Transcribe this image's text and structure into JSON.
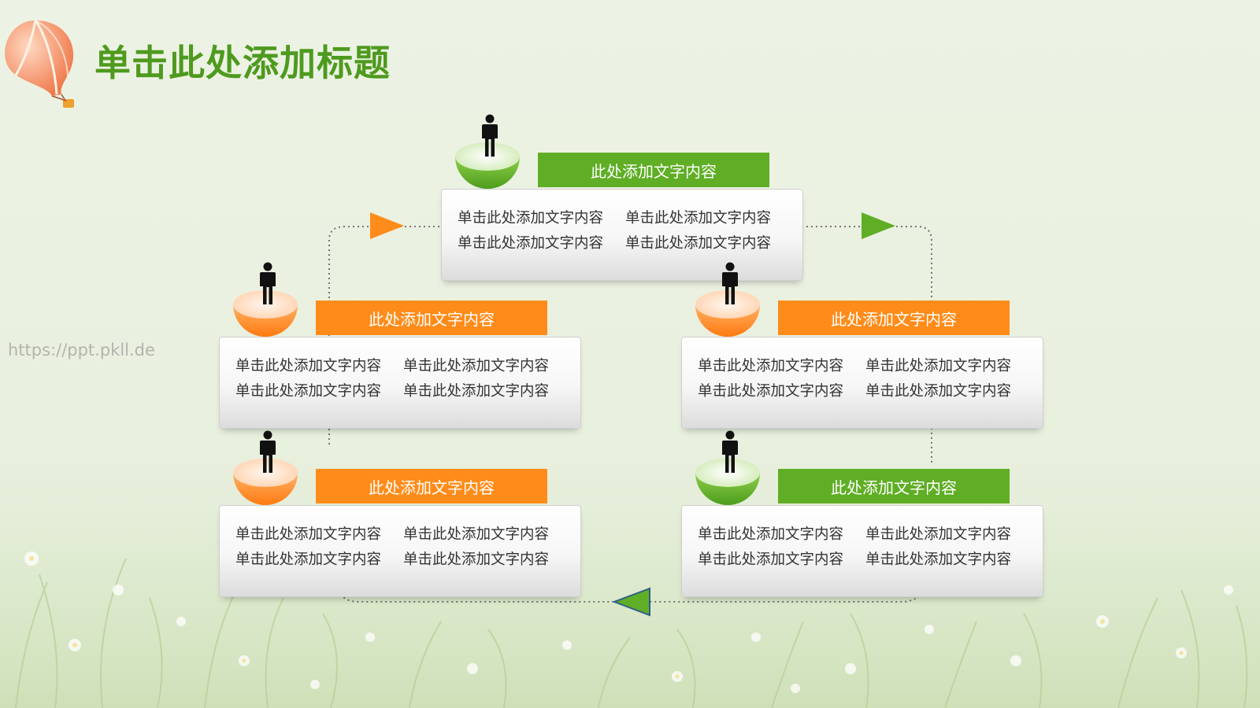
{
  "title": "单击此处添加标题",
  "watermark": "https://ppt.pkll.de",
  "colors": {
    "orange": "#ff8c1a",
    "green": "#5fae25",
    "title": "#4e9a1e"
  },
  "nodes": [
    {
      "id": "top",
      "color": "green",
      "header": "此处添加文字内容",
      "lines": [
        "单击此处添加文字内容",
        "单击此处添加文字内容",
        "单击此处添加文字内容",
        "单击此处添加文字内容"
      ]
    },
    {
      "id": "mid-left",
      "color": "orange",
      "header": "此处添加文字内容",
      "lines": [
        "单击此处添加文字内容",
        "单击此处添加文字内容",
        "单击此处添加文字内容",
        "单击此处添加文字内容"
      ]
    },
    {
      "id": "mid-right",
      "color": "orange",
      "header": "此处添加文字内容",
      "lines": [
        "单击此处添加文字内容",
        "单击此处添加文字内容",
        "单击此处添加文字内容",
        "单击此处添加文字内容"
      ]
    },
    {
      "id": "bottom-left",
      "color": "orange",
      "header": "此处添加文字内容",
      "lines": [
        "单击此处添加文字内容",
        "单击此处添加文字内容",
        "单击此处添加文字内容",
        "单击此处添加文字内容"
      ]
    },
    {
      "id": "bottom-right",
      "color": "green",
      "header": "此处添加文字内容",
      "lines": [
        "单击此处添加文字内容",
        "单击此处添加文字内容",
        "单击此处添加文字内容",
        "单击此处添加文字内容"
      ]
    }
  ],
  "icons": {
    "person": "person-icon",
    "bowl": "hemisphere-icon",
    "balloon": "hot-air-balloon-icon",
    "arrow": "triangle-arrow-icon"
  }
}
